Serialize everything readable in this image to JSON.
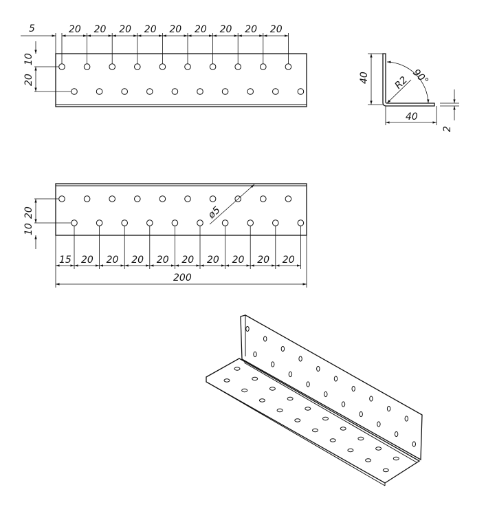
{
  "top_view": {
    "offset_label": "5",
    "pitch_labels": [
      "20",
      "20",
      "20",
      "20",
      "20",
      "20",
      "20",
      "20",
      "20"
    ],
    "edge_label": "10",
    "row_gap_label": "20"
  },
  "side_view": {
    "height_label": "40",
    "width_label": "40",
    "angle_label": "90°",
    "radius_label": "R2",
    "thickness_label": "2"
  },
  "bottom_view": {
    "row_gap_label": "20",
    "edge_label": "10",
    "hole_label": "ø5",
    "offset_label": "15",
    "pitch_labels": [
      "20",
      "20",
      "20",
      "20",
      "20",
      "20",
      "20",
      "20",
      "20"
    ],
    "length_label": "200"
  }
}
